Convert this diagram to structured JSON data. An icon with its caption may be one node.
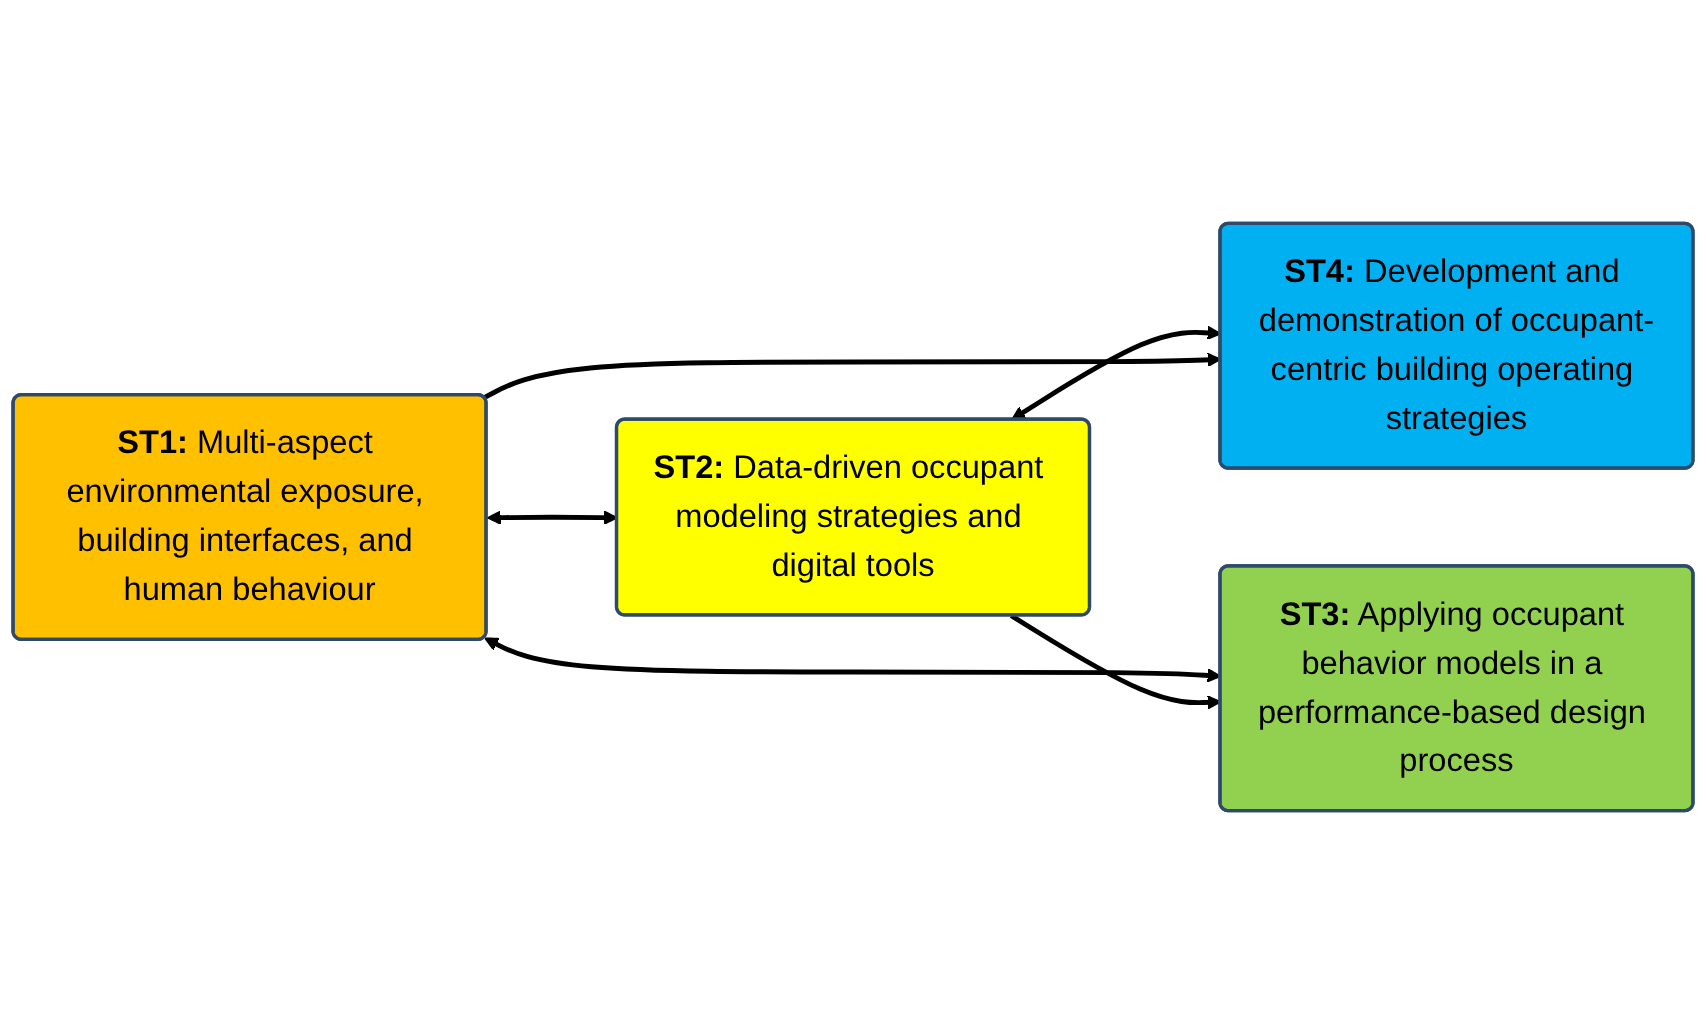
{
  "diagram": {
    "nodes": [
      {
        "text": [
          "**ST1:** Multi-aspect environmental exposure, building interfaces, and human behaviour"
        ]
      },
      {
        "text": [
          "**ST2:** Data-driven occupant modeling strategies and digital tools"
        ]
      },
      {
        "text": [
          "**ST3:** Applying occupant behavior models in a performance-based design process"
        ]
      },
      {
        "text": [
          "**ST4:** Development and demonstration of occupant-centric building operating strategies"
        ]
      }
    ],
    "edges": [
      {
        "from": 0,
        "to": 1,
        "arrow": "both"
      },
      {
        "from": 0,
        "to": 2,
        "arrow": "both"
      },
      {
        "from": 1,
        "to": 3,
        "arrow": "both"
      },
      {
        "from": 0,
        "to": 3,
        "arrow": "to"
      },
      {
        "from": 1,
        "to": 2,
        "arrow": "to"
      }
    ]
  }
}
